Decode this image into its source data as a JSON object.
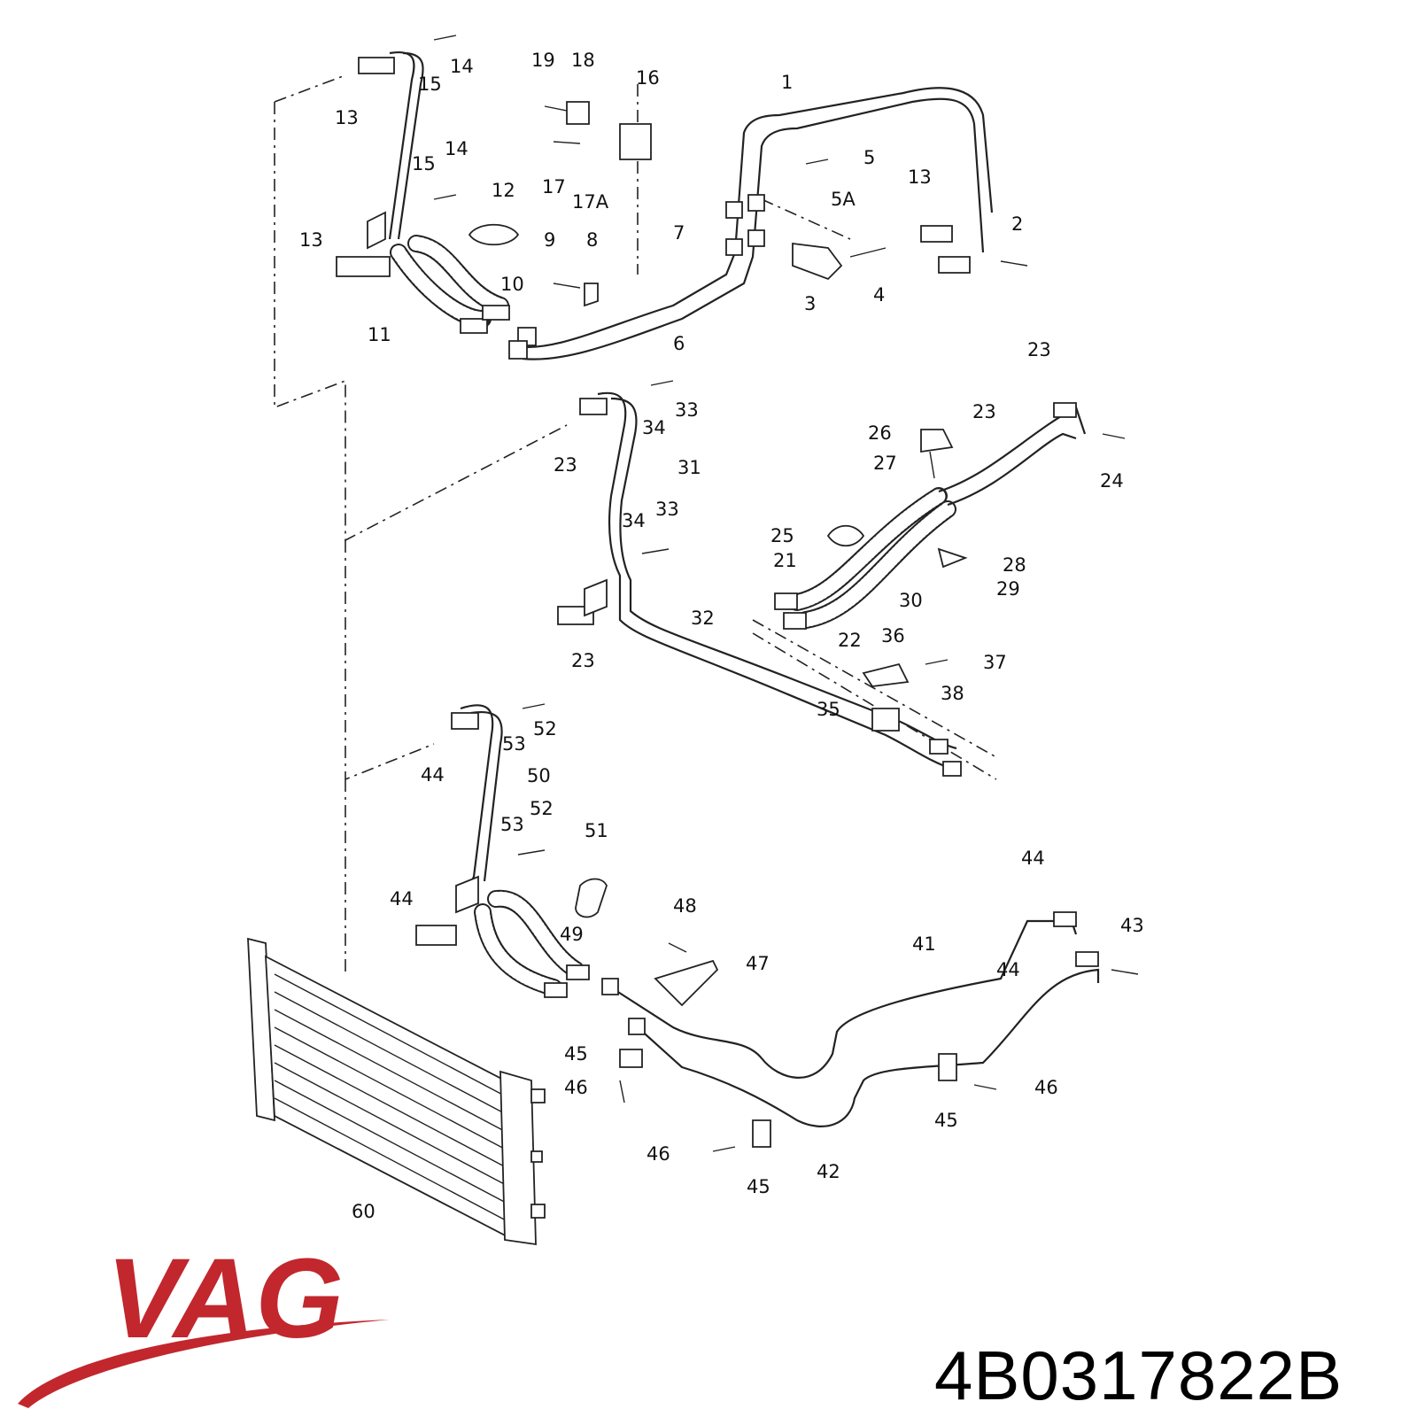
{
  "brand": {
    "logo_text": "VAG",
    "logo_color": "#c1272d"
  },
  "part_number": "4B0317822B",
  "callouts": [
    "1",
    "2",
    "3",
    "4",
    "5",
    "5A",
    "6",
    "7",
    "8",
    "9",
    "10",
    "11",
    "12",
    "13",
    "13",
    "13",
    "14",
    "14",
    "15",
    "15",
    "16",
    "17",
    "17A",
    "18",
    "19",
    "21",
    "22",
    "23",
    "23",
    "23",
    "23",
    "24",
    "25",
    "26",
    "27",
    "28",
    "29",
    "30",
    "31",
    "32",
    "33",
    "33",
    "34",
    "34",
    "35",
    "36",
    "37",
    "38",
    "41",
    "42",
    "43",
    "44",
    "44",
    "44",
    "44",
    "45",
    "45",
    "45",
    "46",
    "46",
    "46",
    "47",
    "48",
    "49",
    "50",
    "51",
    "52",
    "52",
    "53",
    "53",
    "60"
  ]
}
